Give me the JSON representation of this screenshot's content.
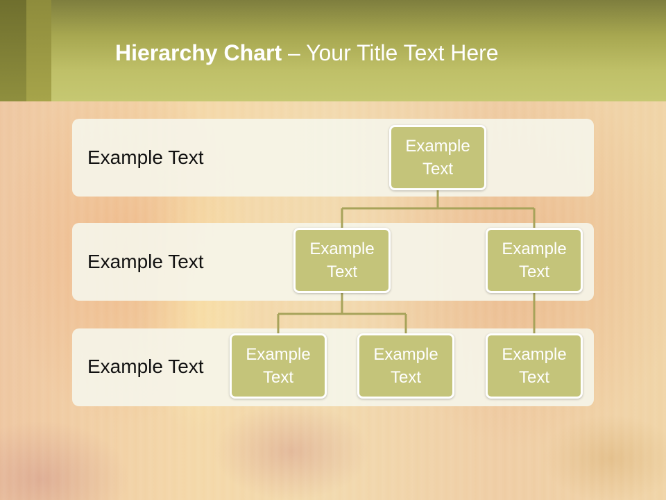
{
  "slide": {
    "title_bold": "Hierarchy Chart",
    "title_rest": " – Your Title Text Here"
  },
  "bands": [
    {
      "label": "Example Text"
    },
    {
      "label": "Example Text"
    },
    {
      "label": "Example Text"
    }
  ],
  "nodes": {
    "root": "Example Text",
    "level2_left": "Example Text",
    "level2_right": "Example Text",
    "level3_left": "Example Text",
    "level3_middle": "Example Text",
    "level3_right": "Example Text"
  },
  "colors": {
    "header": "#bfc068",
    "node_fill": "#c4c47a",
    "connector": "#a7a35a",
    "band_fill": "#f5f4e8"
  }
}
